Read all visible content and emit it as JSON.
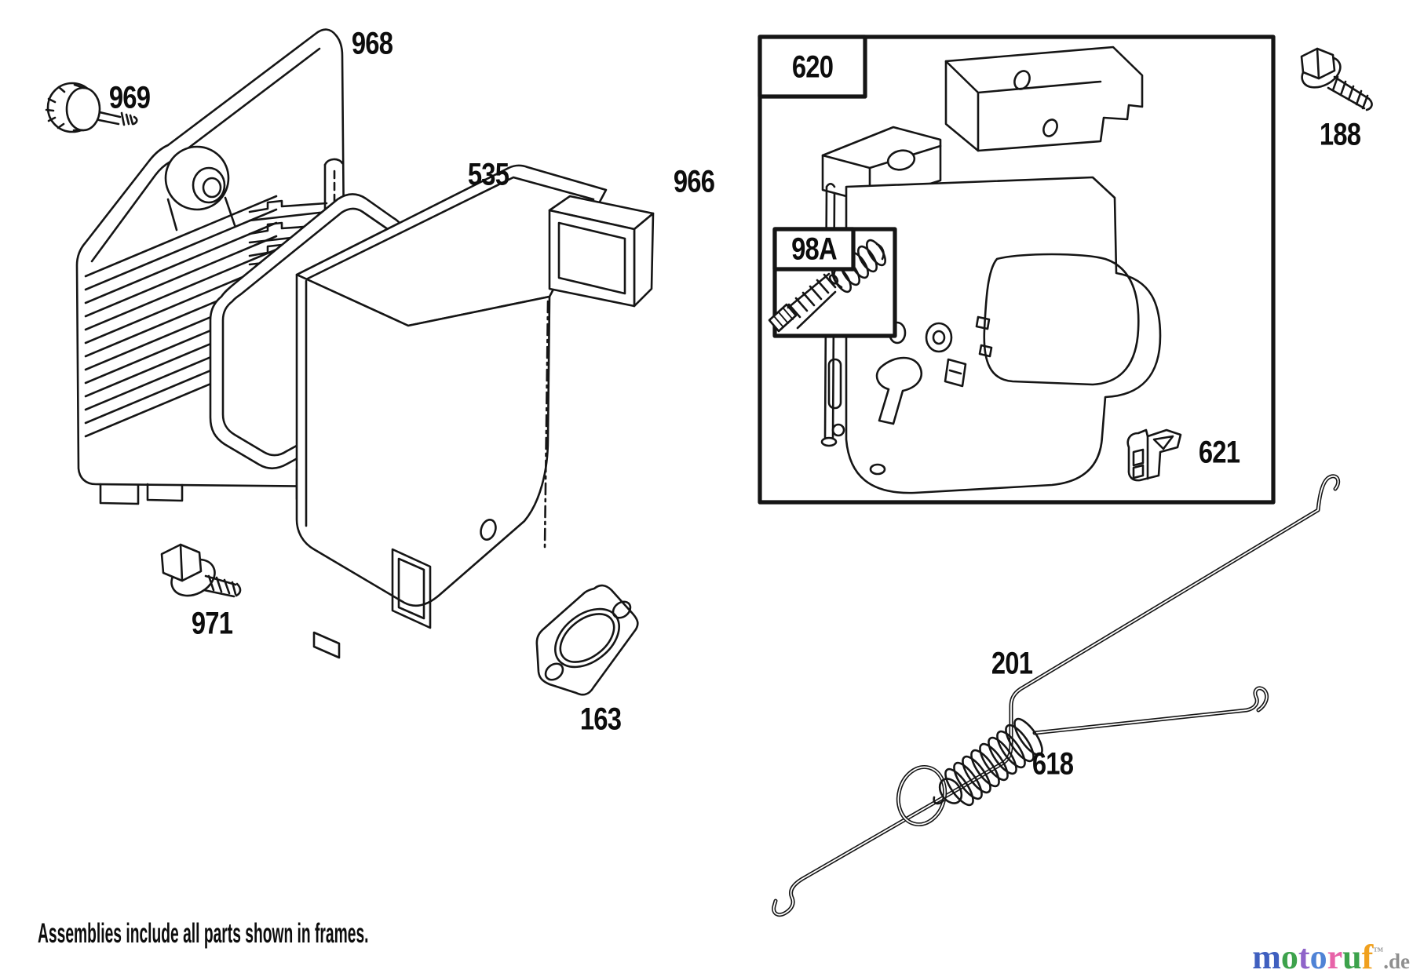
{
  "diagram": {
    "footer_note": "Assemblies include all parts shown in frames.",
    "part_labels": {
      "p969": "969",
      "p968": "968",
      "p535": "535",
      "p966": "966",
      "p971": "971",
      "p163": "163",
      "p620": "620",
      "p98A": "98A",
      "p188": "188",
      "p621": "621",
      "p201": "201",
      "p618": "618"
    },
    "line_color": "#151515"
  },
  "watermark": {
    "letters": [
      {
        "char": "m",
        "style": "color:#3f5fbf"
      },
      {
        "char": "o",
        "style": "color:#3da24c"
      },
      {
        "char": "t",
        "style": "color:#8f63c9"
      },
      {
        "char": "o",
        "style": "color:#4f83d6"
      },
      {
        "char": "r",
        "style": "color:#e763a8"
      },
      {
        "char": "u",
        "style": "color:#3da24c"
      },
      {
        "char": "f",
        "style": "color:#f0a01e"
      }
    ],
    "trademark": "™",
    "suffix": ".de"
  }
}
